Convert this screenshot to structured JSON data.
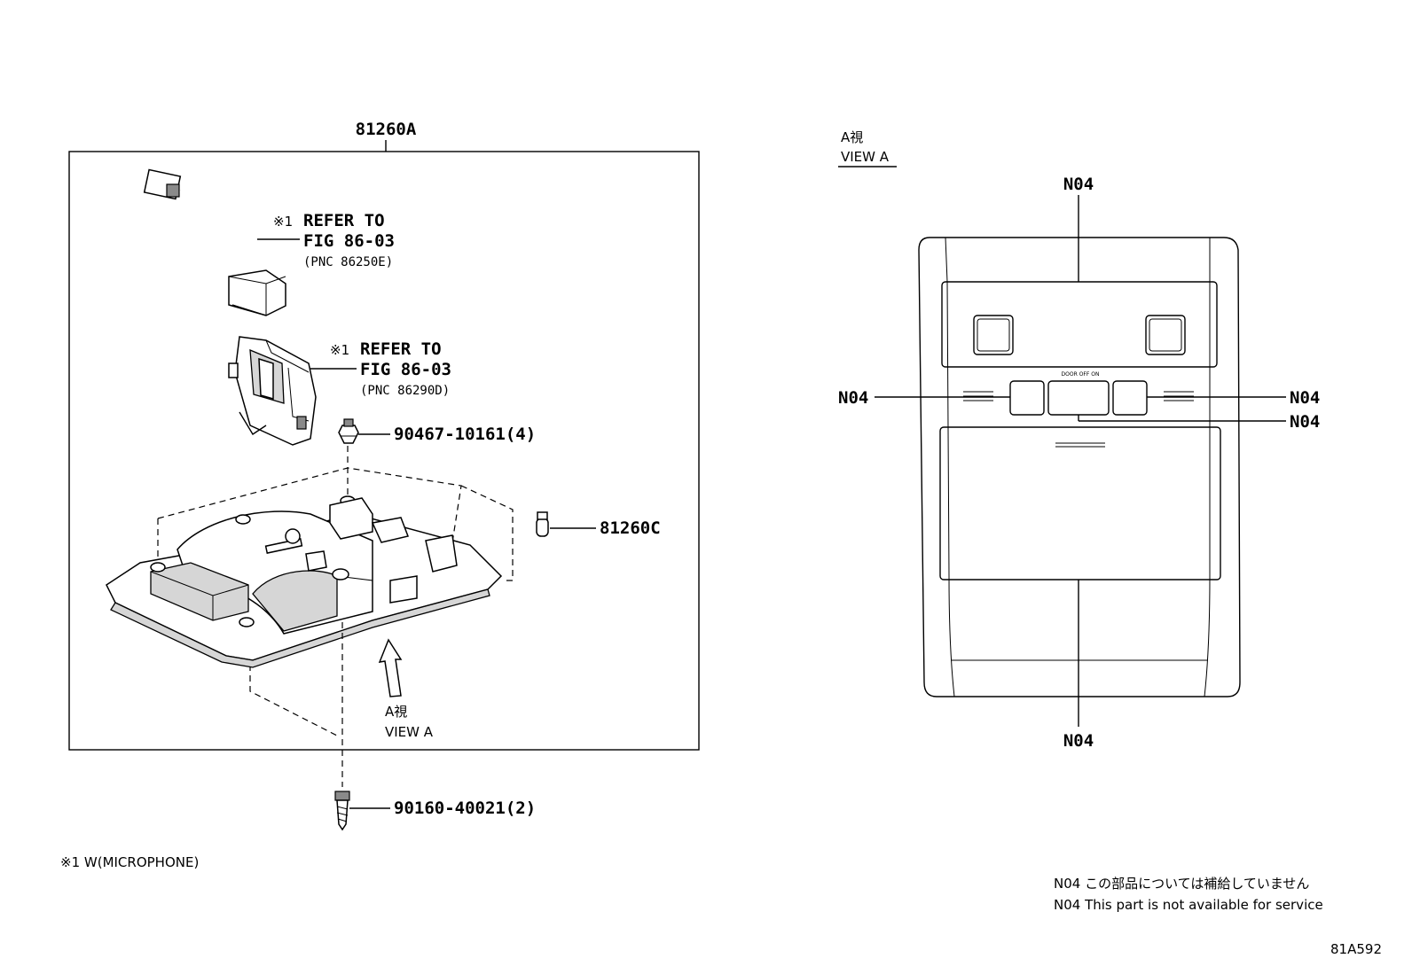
{
  "assembly": {
    "part_no": "81260A"
  },
  "callouts": {
    "refer1_mark": "※1",
    "refer1_line1": "REFER TO",
    "refer1_line2": "FIG 86-03",
    "refer1_pnc": "(PNC 86250E)",
    "refer2_mark": "※1",
    "refer2_line1": "REFER TO",
    "refer2_line2": "FIG 86-03",
    "refer2_pnc": "(PNC 86290D)",
    "clip": "90467-10161(4)",
    "bulb": "81260C",
    "screw": "90160-40021(2)",
    "view_arrow_jp": "A視",
    "view_arrow_en": "VIEW A"
  },
  "footnote": "※1 W(MICROPHONE)",
  "view_a": {
    "title_jp": "A視",
    "title_en": "VIEW A",
    "labels": [
      "N04",
      "N04",
      "N04",
      "N04",
      "N04"
    ],
    "switch_text": "DOOR OFF ON"
  },
  "notes": {
    "jp": "N04 この部品については補給していません",
    "en": "N04 This part is not available for service"
  },
  "figure_id": "81A592",
  "colors": {
    "ink": "#000000",
    "shade": "#d6d6d6",
    "paper": "#ffffff"
  }
}
